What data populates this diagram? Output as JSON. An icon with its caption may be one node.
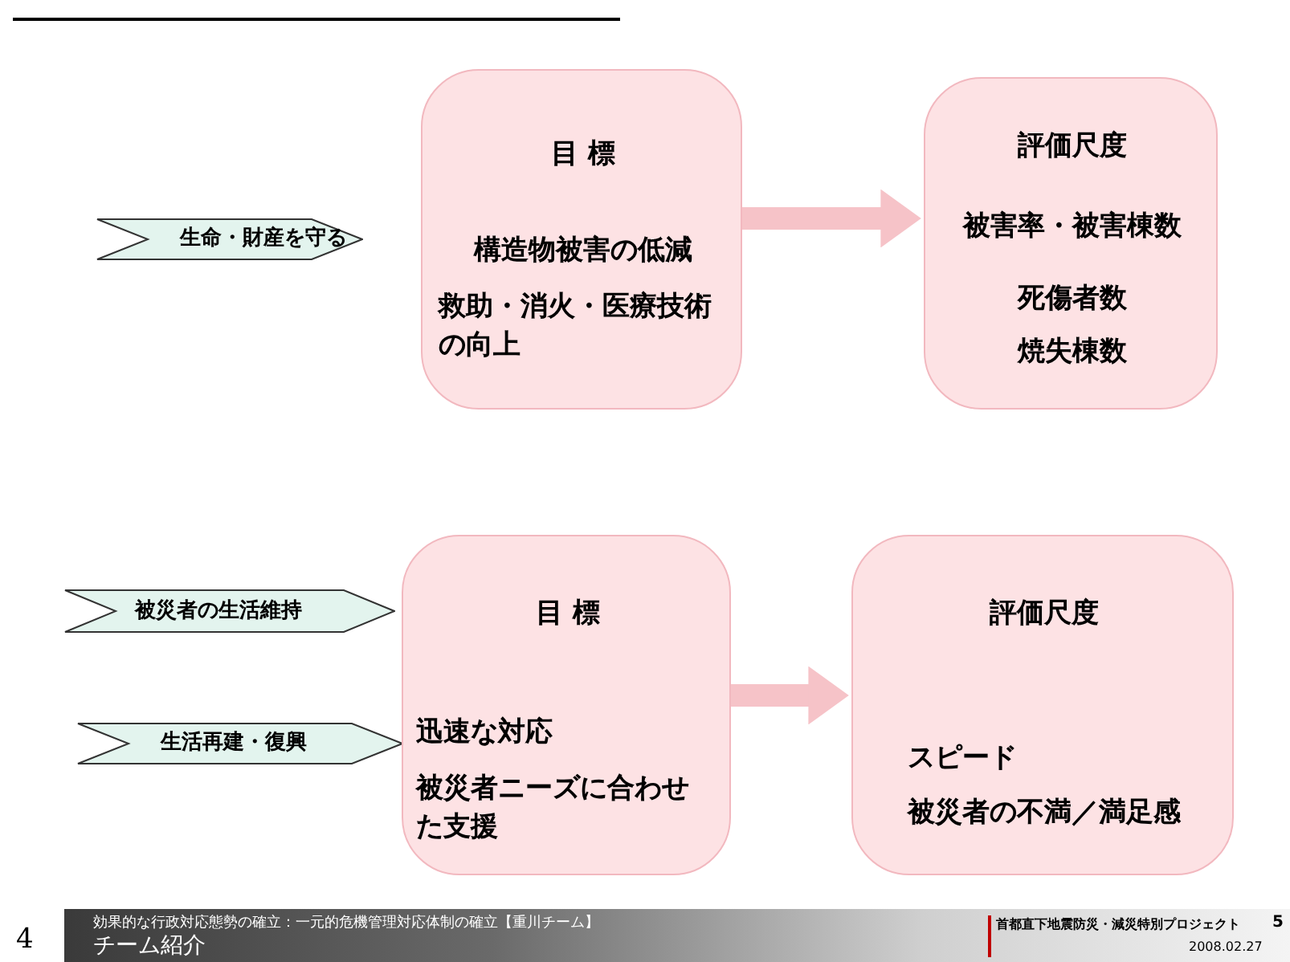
{
  "diagram": {
    "nodes": [
      {
        "text": [
          "生命・財産を守る"
        ]
      },
      {
        "text": [
          "目 標",
          "構造物被害の低減",
          "救助・消火・医療技術の向上"
        ]
      },
      {
        "text": [
          "評価尺度",
          "被害率・被害棟数",
          "死傷者数",
          "焼失棟数"
        ]
      },
      {
        "text": [
          "被災者の生活維持"
        ]
      },
      {
        "text": [
          "生活再建・復興"
        ]
      },
      {
        "text": [
          "目 標",
          "迅速な対応",
          "被災者ニーズに合わせた支援"
        ]
      },
      {
        "text": [
          "評価尺度",
          "スピード",
          "被災者の不満／満足感"
        ]
      }
    ],
    "edges": [
      {
        "from": 1,
        "to": 2,
        "arrow": "to"
      },
      {
        "from": 5,
        "to": 6,
        "arrow": "to"
      }
    ],
    "labels": [
      "4",
      "効果的な行政対応態勢の確立：一元的危機管理対応体制の確立【重川チーム】",
      "チーム紹介",
      "首都直下地震防災・減災特別プロジェクト",
      "5",
      "2008.02.27"
    ]
  }
}
